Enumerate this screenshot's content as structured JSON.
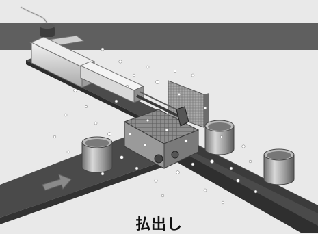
{
  "diagram": {
    "caption": "払出し",
    "background_color": "#e9e9e9",
    "band_color": "#5f5f5f",
    "conveyor_color": "#4a4a4a",
    "arrow_color": "#8a8a8a",
    "components": [
      "pusher-cylinder",
      "cable",
      "conveyor-main",
      "conveyor-branch",
      "chute-grid",
      "backstop-plate",
      "cup-workpiece",
      "flow-arrow"
    ]
  }
}
